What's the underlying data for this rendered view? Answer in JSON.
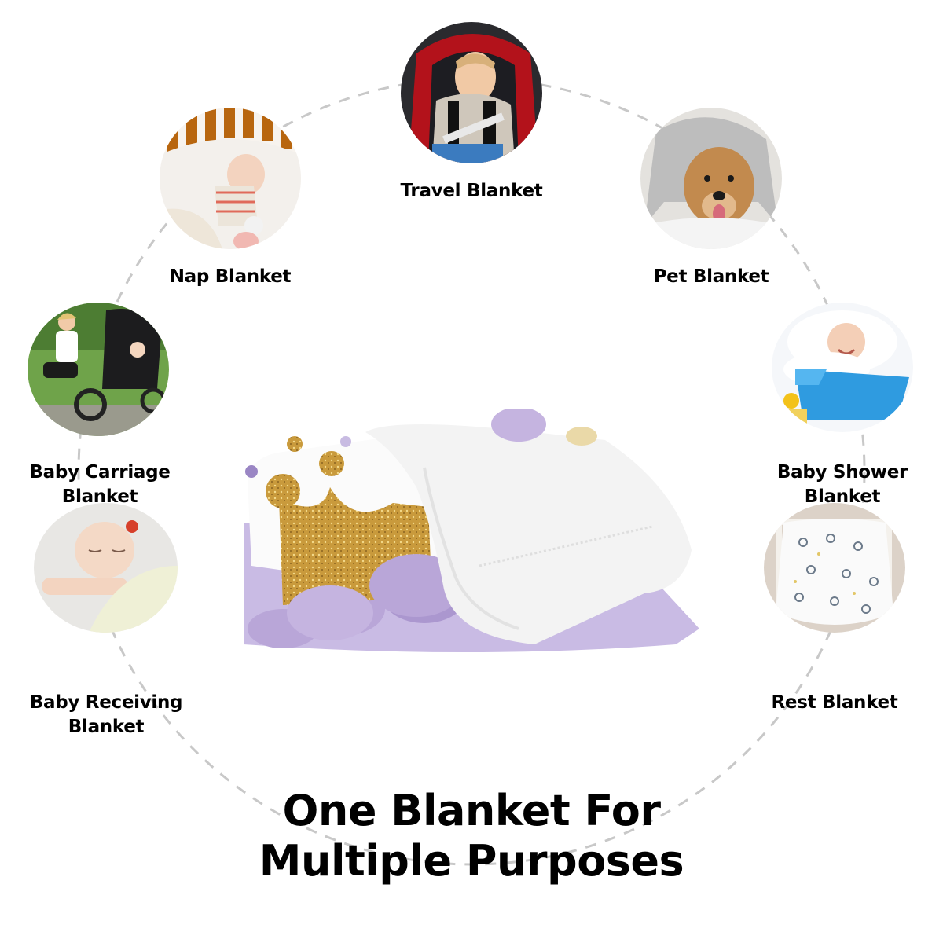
{
  "headline": {
    "line1": "One Blanket For",
    "line2": "Multiple Purposes"
  },
  "uses": [
    {
      "id": "travel",
      "label_lines": [
        "Travel Blanket"
      ],
      "icon": "car-seat-baby-photo"
    },
    {
      "id": "nap",
      "label_lines": [
        "Nap Blanket"
      ],
      "icon": "crib-baby-photo"
    },
    {
      "id": "pet",
      "label_lines": [
        "Pet Blanket"
      ],
      "icon": "dog-under-blanket-photo"
    },
    {
      "id": "carriage",
      "label_lines": [
        "Baby Carriage",
        "Blanket"
      ],
      "icon": "stroller-photo"
    },
    {
      "id": "shower",
      "label_lines": [
        "Baby Shower",
        "Blanket"
      ],
      "icon": "bathtub-baby-photo"
    },
    {
      "id": "receiving",
      "label_lines": [
        "Baby Receiving",
        "Blanket"
      ],
      "icon": "sleeping-newborn-photo"
    },
    {
      "id": "rest",
      "label_lines": [
        "Rest Blanket"
      ],
      "icon": "hanging-muslin-photo"
    }
  ],
  "product": {
    "description": "folded plush baby blanket with gold glitter crown and lavender flowers",
    "colors": {
      "lavender": "#b9a6d8",
      "gold": "#c99a3c",
      "plush": "#f6f6f6",
      "dot": "#9a86c4"
    }
  },
  "ring_color": "#c8c8c8"
}
